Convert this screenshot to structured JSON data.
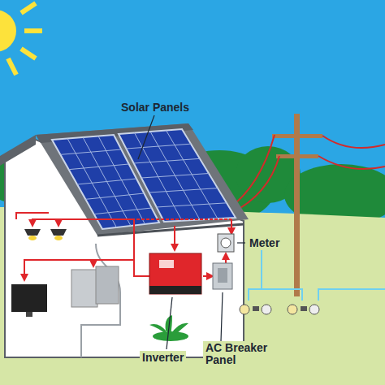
{
  "diagram": {
    "labels": [
      "Solar Panels",
      "Meter",
      "AC Breaker Panel",
      "Inverter"
    ]
  }
}
